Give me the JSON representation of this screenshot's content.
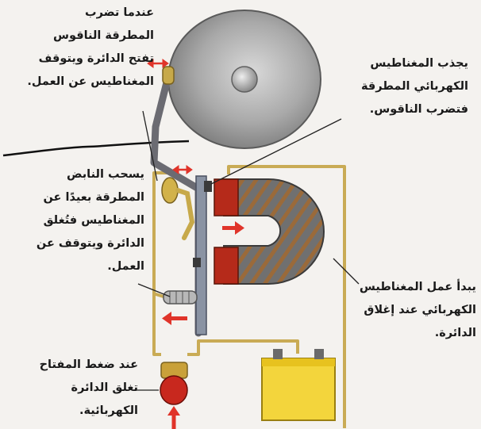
{
  "labels": {
    "top_left": "عندما تضرب\nالمطرقة الناقوس\nتفتح الدائرة ويتوقف\nالمغناطيس عن العمل.",
    "top_right": "يجذب المغناطيس\nالكهربائي المطرقة\nفتضرب الناقوس.",
    "middle_left": "يسحب النابض\nالمطرقة بعيدًا عن\nالمغناطيس فتُغلق\nالدائرة ويتوقف عن\nالعمل.",
    "middle_right": "يبدأ عمل المغناطيس\nالكهربائي عند إغلاق\nالدائرة.",
    "bottom_left": "عند ضغط المفتاح\nتغلق الدائرة\nالكهربائية."
  },
  "colors": {
    "bell": "#a9a9a9",
    "wire": "#c9ab55",
    "coil": "#6e6e6e",
    "pole": "#b52a1a",
    "battery": "#f3d53c",
    "arrow": "#e0342a",
    "button": "#c8281e"
  }
}
